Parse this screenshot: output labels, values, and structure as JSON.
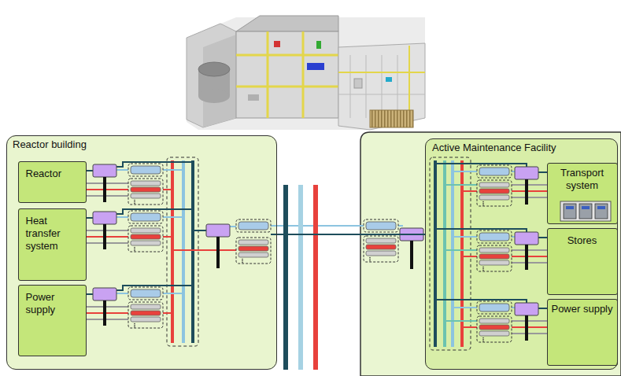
{
  "diagram": {
    "nodes": [
      {
        "text": [
          "Reactor building"
        ]
      },
      {
        "text": [
          "Reactor"
        ],
        "in": 0
      },
      {
        "text": [
          "Heat transfer system"
        ],
        "in": 0
      },
      {
        "text": [
          "Power supply"
        ],
        "in": 0
      },
      {
        "text": [
          "Active Maintenance Facility"
        ]
      },
      {
        "text": [
          "Transport system"
        ],
        "in": 4
      },
      {
        "text": [
          "Stores"
        ],
        "in": 4
      },
      {
        "text": [
          "Power supply"
        ],
        "in": 4
      }
    ],
    "edges": [
      {
        "from": 0,
        "to": 4,
        "arrow": "none"
      }
    ]
  }
}
